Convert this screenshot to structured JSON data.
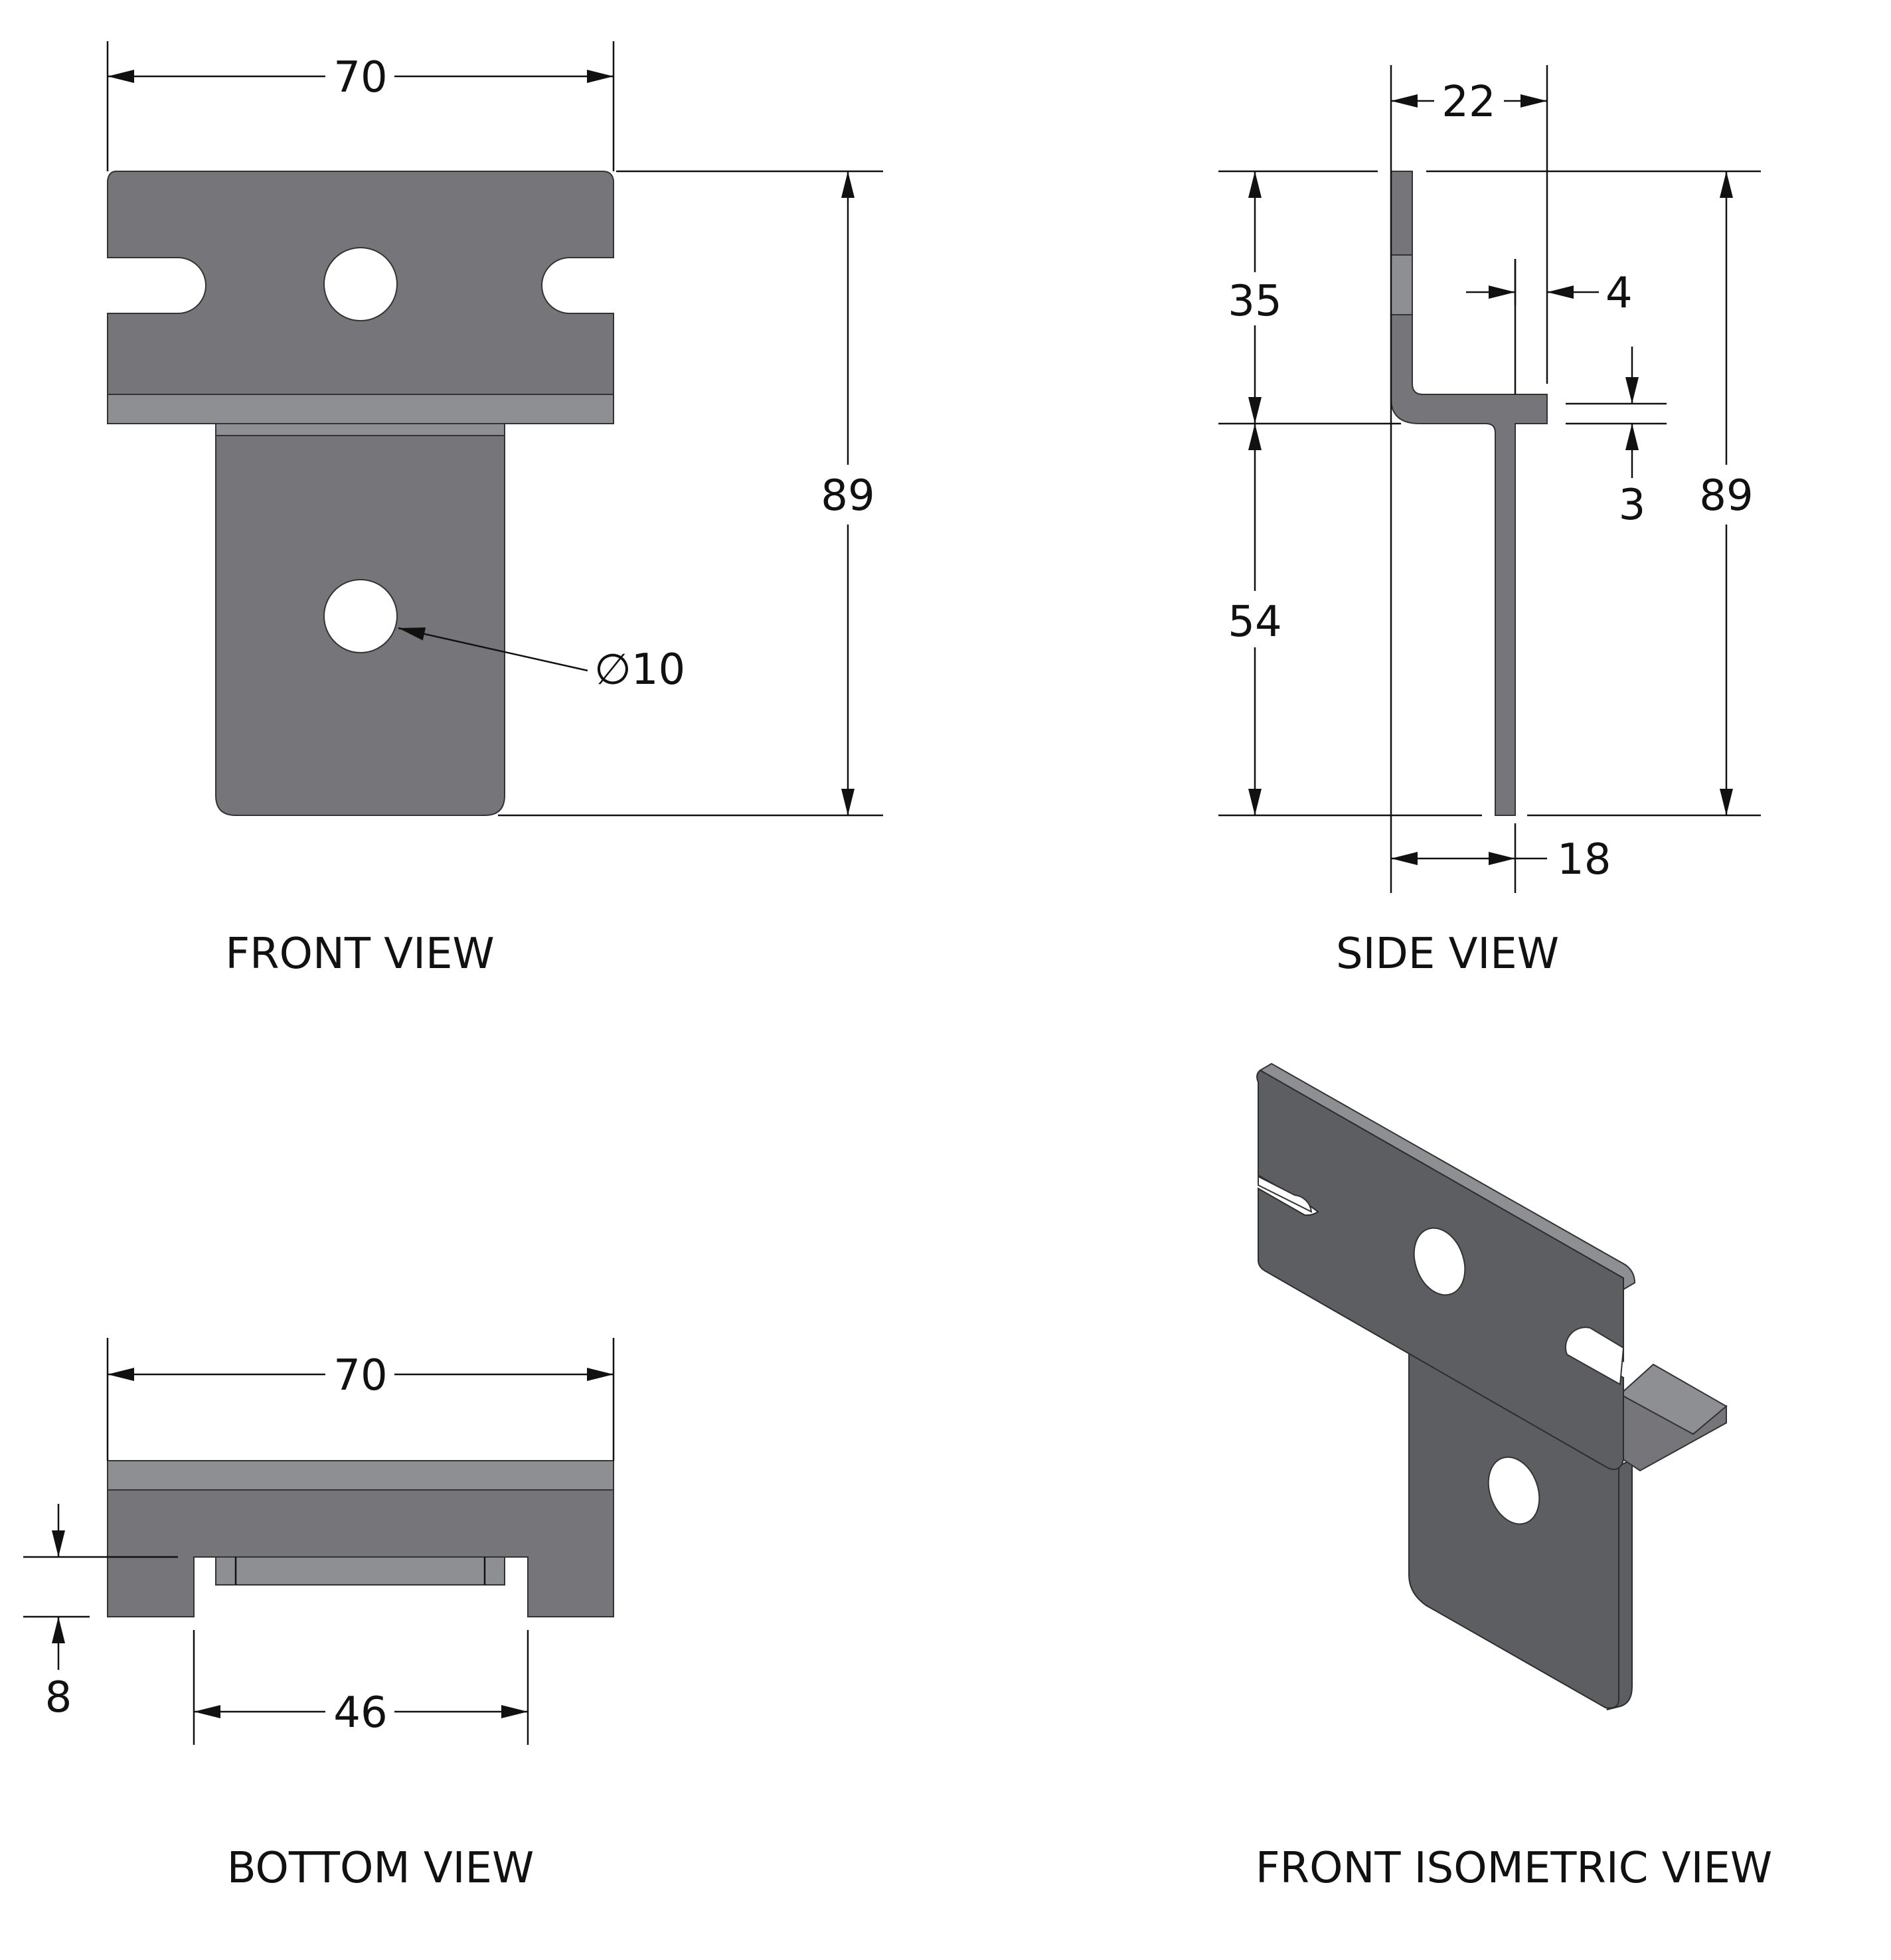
{
  "views": {
    "front": {
      "title": "FRONT VIEW",
      "width": "70",
      "height": "89",
      "hole_dia": "∅10"
    },
    "side": {
      "title": "SIDE VIEW",
      "depth": "22",
      "upper": "35",
      "lower": "54",
      "height": "89",
      "gap": "4",
      "thickness": "3",
      "leg": "18"
    },
    "bottom": {
      "title": "BOTTOM VIEW",
      "width": "70",
      "slot_width": "46",
      "slot_depth": "8"
    },
    "iso": {
      "title": "FRONT ISOMETRIC VIEW"
    }
  },
  "colors": {
    "metal": "#76767a",
    "metal_dark": "#5d5e62",
    "metal_light": "#8e8f93",
    "ink": "#111111"
  }
}
